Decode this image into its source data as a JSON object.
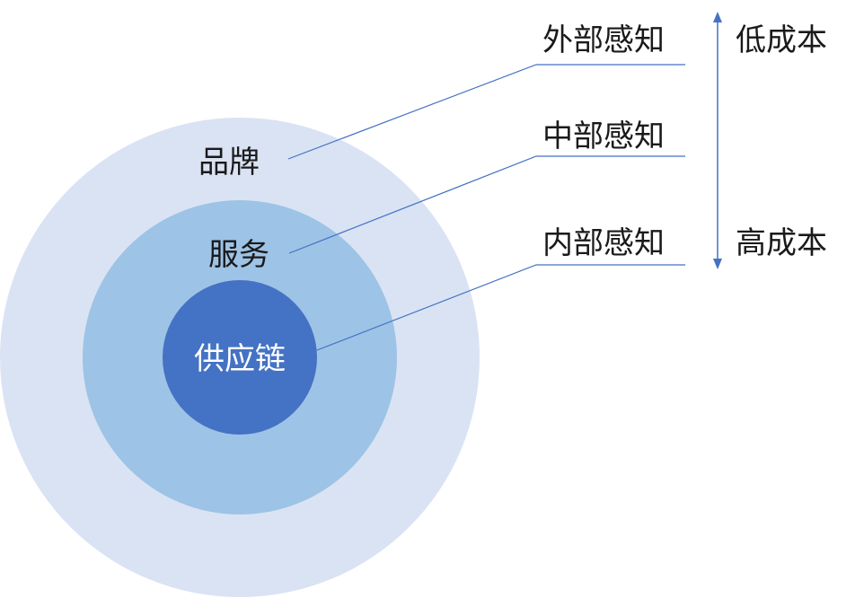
{
  "rings": {
    "outer": {
      "label": "品牌",
      "color": "#dae3f3"
    },
    "middle": {
      "label": "服务",
      "color": "#9dc3e6"
    },
    "inner": {
      "label": "供应链",
      "color": "#4472c4"
    }
  },
  "perception": {
    "outer": "外部感知",
    "middle": "中部感知",
    "inner": "内部感知"
  },
  "cost_axis": {
    "low": "低成本",
    "high": "高成本",
    "color": "#4472c4"
  },
  "leader_line_color": "#4472c4"
}
